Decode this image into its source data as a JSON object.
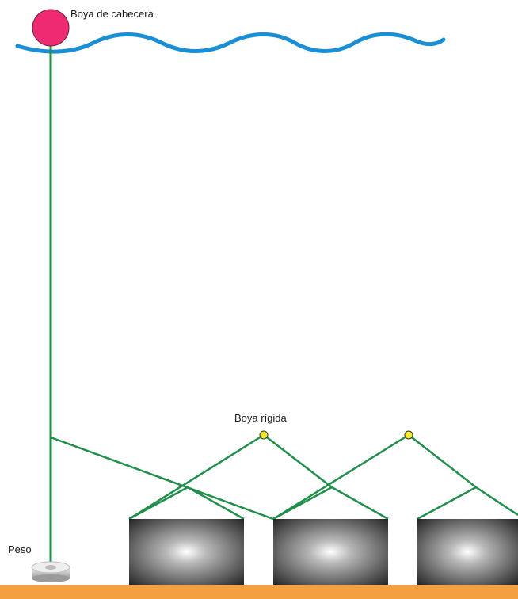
{
  "labels": {
    "surface_buoy": "Boya de cabecera",
    "rigid_buoy": "Boya rígida",
    "weight": "Peso"
  },
  "colors": {
    "water": "#1a8fd6",
    "rope": "#1f8f4a",
    "surface_buoy": "#ee2a72",
    "rigid_buoy": "#f2ec2b",
    "seabed": "#f5a040",
    "weight": "#d0d0d0",
    "trap_dark": "#262626",
    "trap_light": "#ffffff"
  },
  "icons": {
    "surface_buoy": "red-buoy-circle",
    "rigid_buoy": "yellow-float-circle",
    "trap": "box-trap",
    "weight": "disc-weight"
  }
}
